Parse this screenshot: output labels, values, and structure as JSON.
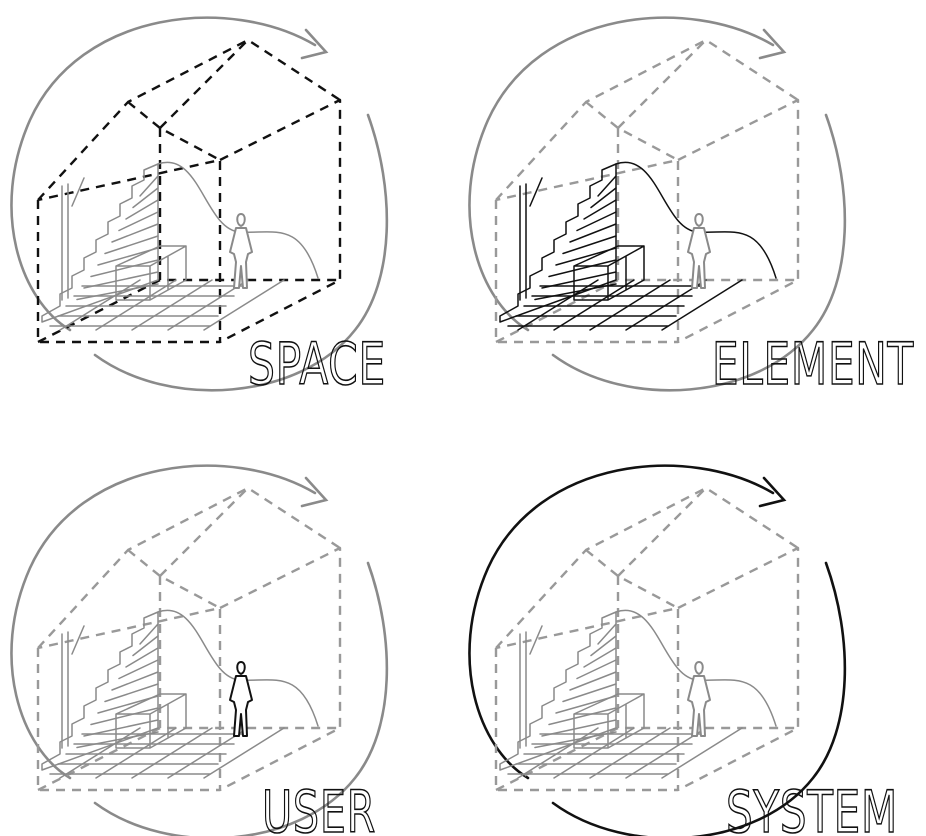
{
  "panels": [
    {
      "id": "space",
      "label": "SPACE",
      "highlight": "space"
    },
    {
      "id": "element",
      "label": "ELEMENT",
      "highlight": "element"
    },
    {
      "id": "user",
      "label": "USER",
      "highlight": "user"
    },
    {
      "id": "system",
      "label": "SYSTEM",
      "highlight": "system"
    }
  ],
  "colors": {
    "highlight": "#111111",
    "muted": "#8a8a8a",
    "dashed_muted": "#999999"
  }
}
